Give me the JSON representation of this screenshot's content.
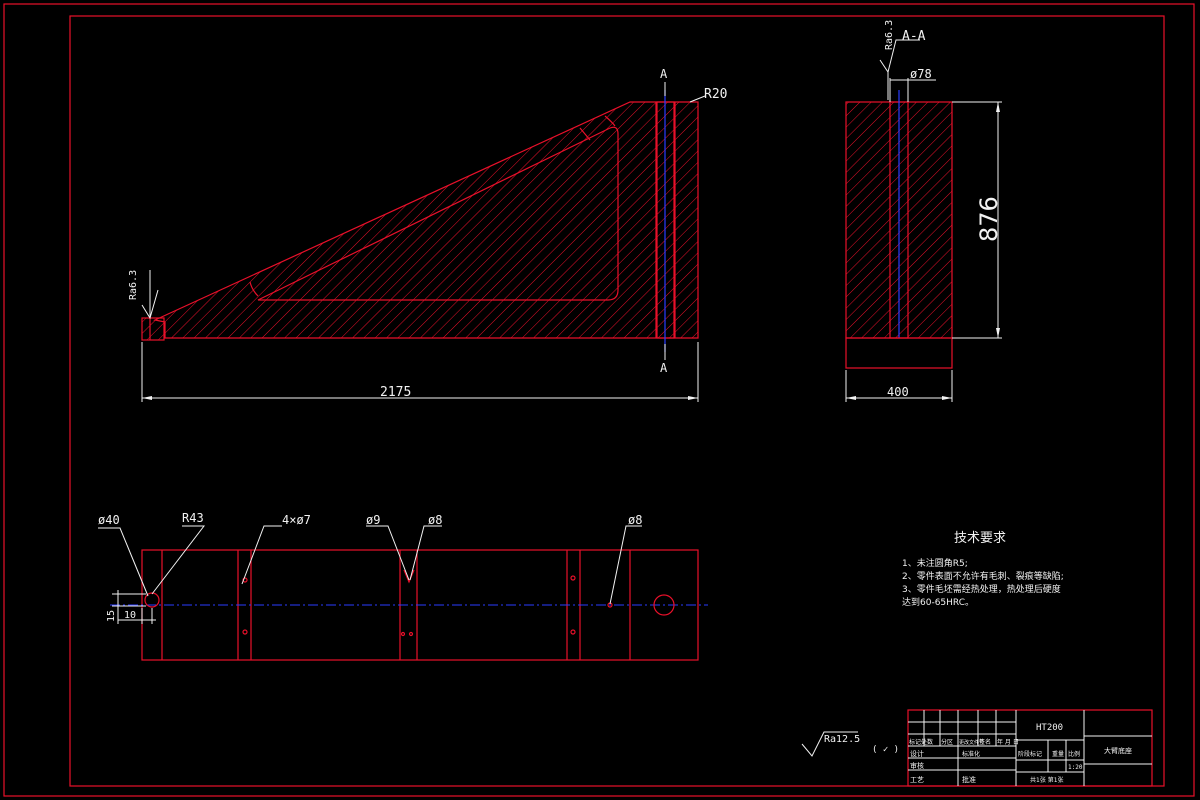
{
  "drawing": {
    "front_view": {
      "dim_length": "2175",
      "radius_label": "R20",
      "section_mark_top": "A",
      "section_mark_bottom": "A",
      "roughness_left": "Ra6.3"
    },
    "section_view": {
      "title": "A-A",
      "roughness": "Ra6.3",
      "dim_diameter": "ø78",
      "dim_height": "876",
      "dim_width": "400"
    },
    "top_view": {
      "dim_d40": "ø40",
      "dim_r43": "R43",
      "dim_holes": "4×ø7",
      "dim_d9": "ø9",
      "dim_d8_a": "ø8",
      "dim_d8_b": "ø8",
      "dim_15": "15",
      "dim_10": "10"
    },
    "tech_requirements": {
      "title": "技术要求",
      "lines": [
        "1、未注圆角R5;",
        "2、零件表面不允许有毛刺、裂痕等缺陷;",
        "3、零件毛坯需经热处理，热处理后硬度",
        "达到60-65HRC。"
      ]
    },
    "roughness_general": {
      "value": "Ra12.5",
      "note": "( ✓ )"
    },
    "title_block": {
      "material": "HT200",
      "part_name": "大臂底座",
      "rows": [
        "标记处数",
        "分区",
        "更改文件号",
        "签名",
        "年 月 日"
      ],
      "design": "设计",
      "standard": "标准化",
      "review": "审核",
      "process": "工艺",
      "approve": "批准",
      "stage": "阶段标记",
      "weight": "重量",
      "scale": "比例",
      "scale_value": "1:20",
      "sheets": "共1张  第1张"
    }
  }
}
